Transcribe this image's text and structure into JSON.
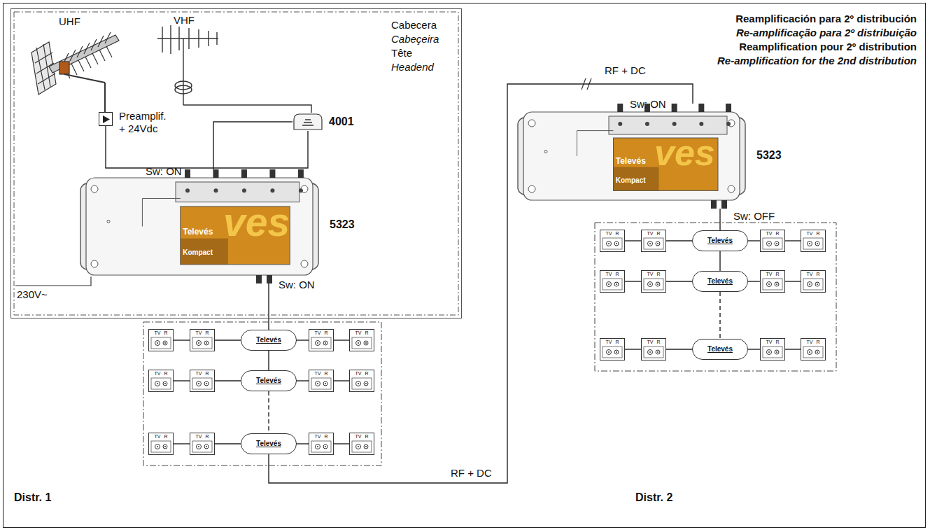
{
  "diagram": {
    "nodes": [
      {
        "text": [
          "Cabecera",
          "Cabeçeira",
          "Tête",
          "Headend"
        ]
      },
      {
        "text": [
          "Preamplif. + 24Vdc"
        ],
        "in": 0
      },
      {
        "text": [
          "4001"
        ],
        "in": 0
      },
      {
        "text": [
          "ves",
          "Televés",
          "Kompact",
          "5323"
        ],
        "in": 0
      },
      {
        "text": [
          "ves",
          "Televés",
          "Kompact",
          "5323"
        ]
      },
      {
        "text": [
          "Distr. 1"
        ]
      },
      {
        "text": [
          "Televés"
        ],
        "in": 5
      },
      {
        "text": [
          "Televés"
        ],
        "in": 5
      },
      {
        "text": [
          "Televés"
        ],
        "in": 5
      },
      {
        "text": [
          "TV R"
        ],
        "in": 5
      },
      {
        "text": [
          "TV R"
        ],
        "in": 5
      },
      {
        "text": [
          "TV R"
        ],
        "in": 5
      },
      {
        "text": [
          "TV R"
        ],
        "in": 5
      },
      {
        "text": [
          "TV R"
        ],
        "in": 5
      },
      {
        "text": [
          "TV R"
        ],
        "in": 5
      },
      {
        "text": [
          "TV R"
        ],
        "in": 5
      },
      {
        "text": [
          "TV R"
        ],
        "in": 5
      },
      {
        "text": [
          "TV R"
        ],
        "in": 5
      },
      {
        "text": [
          "TV R"
        ],
        "in": 5
      },
      {
        "text": [
          "TV R"
        ],
        "in": 5
      },
      {
        "text": [
          "TV R"
        ],
        "in": 5
      },
      {
        "text": [
          "Distr. 2"
        ]
      },
      {
        "text": [
          "Televés"
        ],
        "in": 21
      },
      {
        "text": [
          "Televés"
        ],
        "in": 21
      },
      {
        "text": [
          "Televés"
        ],
        "in": 21
      },
      {
        "text": [
          "TV R"
        ],
        "in": 21
      },
      {
        "text": [
          "TV R"
        ],
        "in": 21
      },
      {
        "text": [
          "TV R"
        ],
        "in": 21
      },
      {
        "text": [
          "TV R"
        ],
        "in": 21
      },
      {
        "text": [
          "TV R"
        ],
        "in": 21
      },
      {
        "text": [
          "TV R"
        ],
        "in": 21
      },
      {
        "text": [
          "TV R"
        ],
        "in": 21
      },
      {
        "text": [
          "TV R"
        ],
        "in": 21
      },
      {
        "text": [
          "TV R"
        ],
        "in": 21
      },
      {
        "text": [
          "TV R"
        ],
        "in": 21
      },
      {
        "text": [
          "TV R"
        ],
        "in": 21
      },
      {
        "text": [
          "TV R"
        ],
        "in": 21
      }
    ],
    "edges": [
      {
        "from": 1,
        "to": 2,
        "arrow": "none"
      },
      {
        "from": 2,
        "to": 3,
        "arrow": "none"
      },
      {
        "from": 3,
        "to": 6,
        "arrow": "none"
      },
      {
        "from": 6,
        "to": 7,
        "arrow": "none"
      },
      {
        "from": 7,
        "to": 8,
        "arrow": "none"
      },
      {
        "from": 8,
        "to": 4,
        "label": "RF + DC",
        "arrow": "none"
      },
      {
        "from": 4,
        "to": 22,
        "arrow": "none"
      },
      {
        "from": 22,
        "to": 23,
        "arrow": "none"
      },
      {
        "from": 23,
        "to": 24,
        "arrow": "none"
      },
      {
        "from": 9,
        "to": 10,
        "arrow": "none"
      },
      {
        "from": 10,
        "to": 6,
        "arrow": "none"
      },
      {
        "from": 6,
        "to": 11,
        "arrow": "none"
      },
      {
        "from": 11,
        "to": 12,
        "arrow": "none"
      },
      {
        "from": 13,
        "to": 14,
        "arrow": "none"
      },
      {
        "from": 14,
        "to": 7,
        "arrow": "none"
      },
      {
        "from": 7,
        "to": 15,
        "arrow": "none"
      },
      {
        "from": 15,
        "to": 16,
        "arrow": "none"
      },
      {
        "from": 17,
        "to": 18,
        "arrow": "none"
      },
      {
        "from": 18,
        "to": 8,
        "arrow": "none"
      },
      {
        "from": 8,
        "to": 19,
        "arrow": "none"
      },
      {
        "from": 19,
        "to": 20,
        "arrow": "none"
      },
      {
        "from": 25,
        "to": 26,
        "arrow": "none"
      },
      {
        "from": 26,
        "to": 22,
        "arrow": "none"
      },
      {
        "from": 22,
        "to": 27,
        "arrow": "none"
      },
      {
        "from": 27,
        "to": 28,
        "arrow": "none"
      },
      {
        "from": 29,
        "to": 30,
        "arrow": "none"
      },
      {
        "from": 30,
        "to": 23,
        "arrow": "none"
      },
      {
        "from": 23,
        "to": 31,
        "arrow": "none"
      },
      {
        "from": 31,
        "to": 32,
        "arrow": "none"
      },
      {
        "from": 33,
        "to": 34,
        "arrow": "none"
      },
      {
        "from": 34,
        "to": 24,
        "arrow": "none"
      },
      {
        "from": 24,
        "to": 35,
        "arrow": "none"
      },
      {
        "from": 35,
        "to": 36,
        "arrow": "none"
      }
    ],
    "labels": [
      "Reamplificación para 2º distribución",
      "Re-amplificação para 2º distribuição",
      "Reamplification pour 2º distribution",
      "Re-amplification for the 2nd distribution",
      "UHF",
      "VHF",
      "Sw: ON",
      "Sw: ON",
      "230V~",
      "Sw: ON",
      "Sw: OFF",
      "RF + DC"
    ]
  }
}
